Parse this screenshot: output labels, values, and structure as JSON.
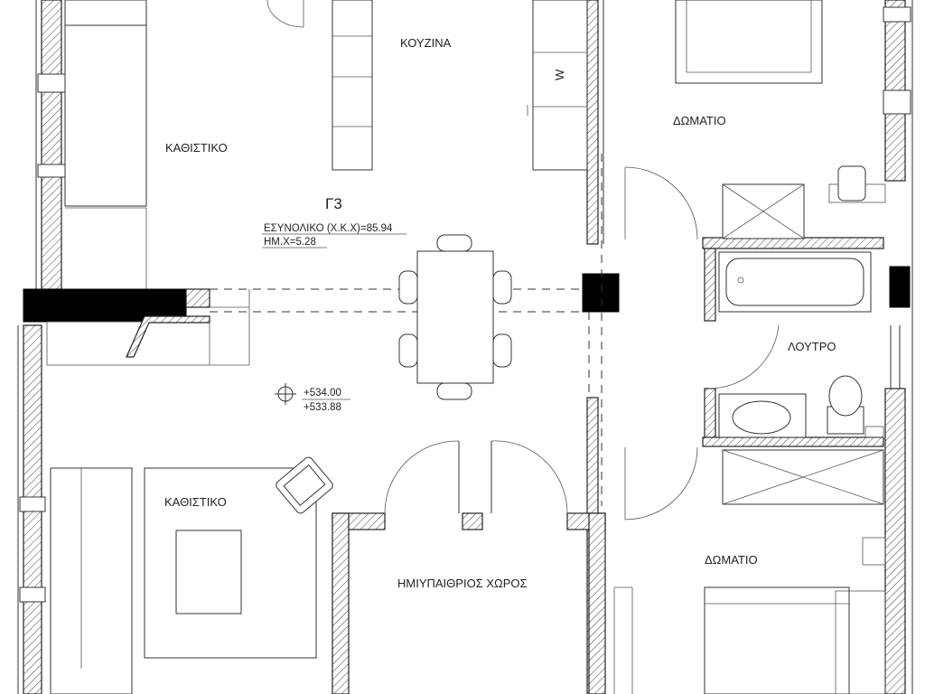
{
  "apartment": {
    "code": "Γ3",
    "total_area": "ΕΣΥΝΟΛΙΚΟ (Χ.Κ.Χ)=85.94",
    "semi_outdoor_area": "ΗΜ.Χ=5.28"
  },
  "levels": {
    "upper": "+534.00",
    "lower": "+533.88"
  },
  "rooms": {
    "kitchen": "ΚΟΥΖΙΝΑ",
    "living_top": "ΚΑΘΙΣΤΙΚΟ",
    "living_bottom": "ΚΑΘΙΣΤΙΚΟ",
    "bedroom_top": "ΔΩΜΑΤΙΟ",
    "bedroom_bottom": "ΔΩΜΑΤΙΟ",
    "bathroom": "ΛΟΥΤΡΟ",
    "semi_outdoor": "ΗΜΙΥΠΑΙΘΡΙΟΣ ΧΩΡΟΣ"
  },
  "appliances": {
    "washer": "W"
  }
}
